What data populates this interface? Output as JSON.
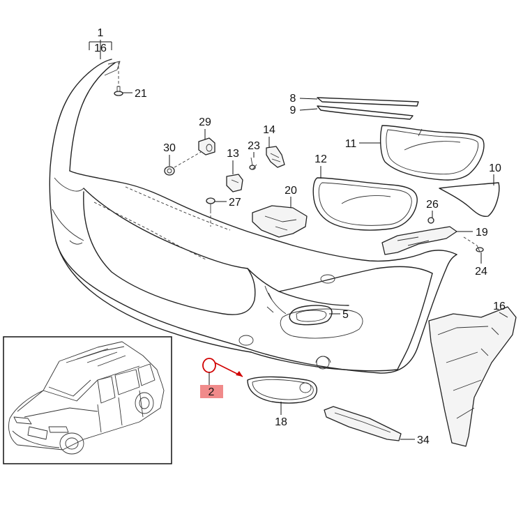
{
  "diagram": {
    "group_label_top": "1",
    "group_label_bottom": "16",
    "highlight_color": "#f08a8a",
    "highlight_stroke": "#d10000",
    "callouts": [
      {
        "id": "21",
        "label": "21"
      },
      {
        "id": "29",
        "label": "29"
      },
      {
        "id": "30",
        "label": "30"
      },
      {
        "id": "27",
        "label": "27"
      },
      {
        "id": "8",
        "label": "8"
      },
      {
        "id": "9",
        "label": "9"
      },
      {
        "id": "14",
        "label": "14"
      },
      {
        "id": "13",
        "label": "13"
      },
      {
        "id": "23",
        "label": "23"
      },
      {
        "id": "11",
        "label": "11"
      },
      {
        "id": "12",
        "label": "12"
      },
      {
        "id": "10",
        "label": "10"
      },
      {
        "id": "20",
        "label": "20"
      },
      {
        "id": "26",
        "label": "26"
      },
      {
        "id": "19",
        "label": "19"
      },
      {
        "id": "24",
        "label": "24"
      },
      {
        "id": "5",
        "label": "5"
      },
      {
        "id": "16",
        "label": "16"
      },
      {
        "id": "18",
        "label": "18"
      },
      {
        "id": "34",
        "label": "34"
      }
    ],
    "highlighted_part": {
      "label": "2"
    }
  }
}
